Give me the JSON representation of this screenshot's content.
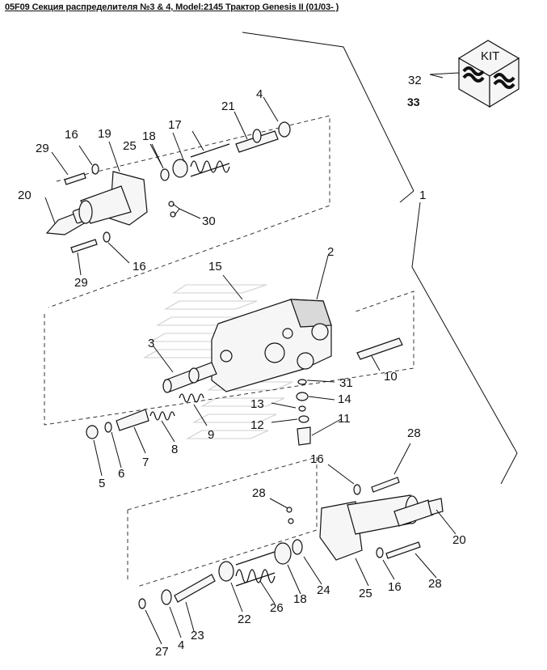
{
  "title": "05F09 Секция распределителя №3 & 4, Model:2145 Трактор Genesis II (01/03- )",
  "kit_label": "KIT",
  "callouts": {
    "c1": "1",
    "c2": "2",
    "c3": "3",
    "c4a": "4",
    "c4b": "4",
    "c5": "5",
    "c6": "6",
    "c7": "7",
    "c8": "8",
    "c9": "9",
    "c10": "10",
    "c11": "11",
    "c12": "12",
    "c13": "13",
    "c14": "14",
    "c15": "15",
    "c16a": "16",
    "c16b": "16",
    "c16c": "16",
    "c16d": "16",
    "c17": "17",
    "c18a": "18",
    "c18b": "18",
    "c19": "19",
    "c20a": "20",
    "c20b": "20",
    "c21": "21",
    "c22": "22",
    "c23": "23",
    "c24": "24",
    "c25a": "25",
    "c25b": "25",
    "c26": "26",
    "c27": "27",
    "c28a": "28",
    "c28b": "28",
    "c28c": "28",
    "c29a": "29",
    "c29b": "29",
    "c30": "30",
    "c31": "31",
    "c32": "32",
    "c33": "33"
  }
}
